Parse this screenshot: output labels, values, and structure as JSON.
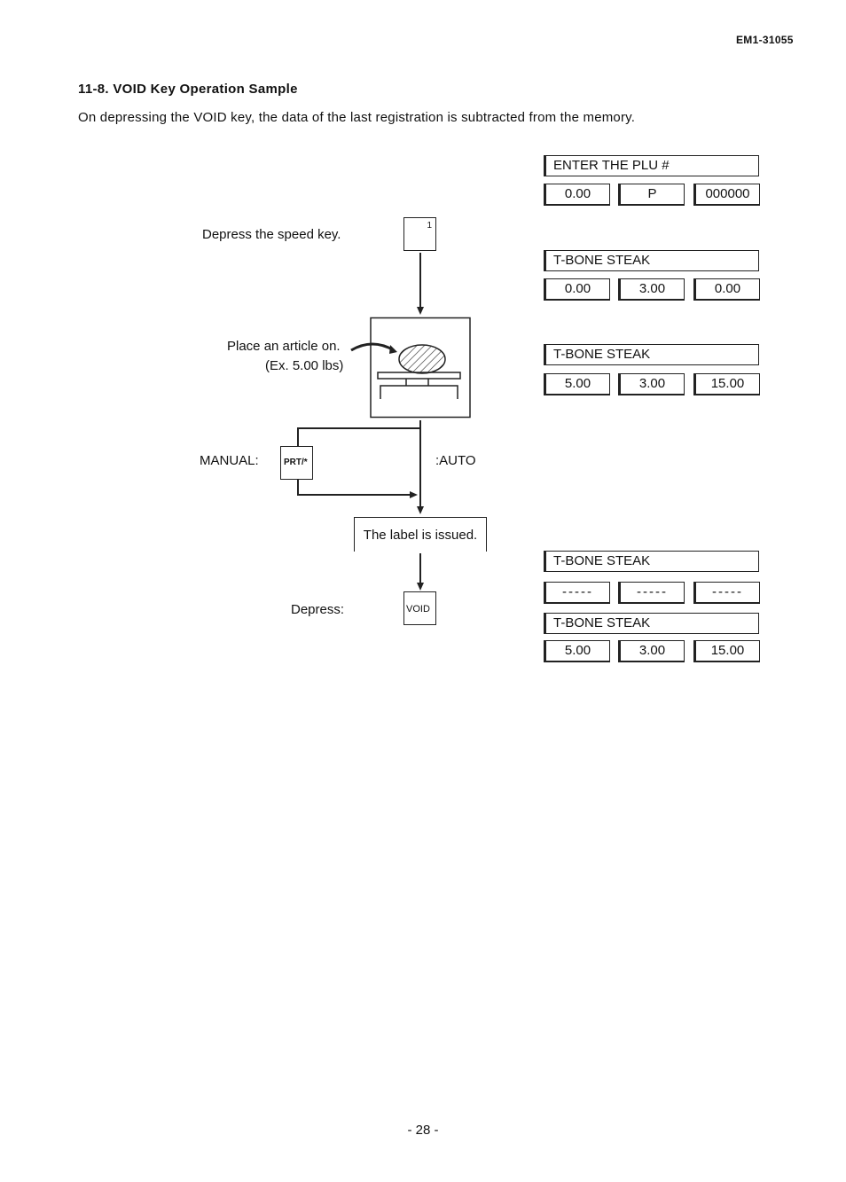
{
  "header": {
    "doc_id": "EM1-31055"
  },
  "section": {
    "title": "11-8. VOID Key Operation Sample",
    "intro": "On depressing the VOID key, the data of the last registration is subtracted from the memory."
  },
  "steps": {
    "speed_key_label": "Depress the speed key.",
    "speed_key_text": "1",
    "place_article": "Place an article on.",
    "place_example": "(Ex. 5.00 lbs)",
    "manual_label": "MANUAL:",
    "prt_key_text": "PRT/*",
    "auto_label": ":AUTO",
    "label_issued": "The label is issued.",
    "depress_label": "Depress:",
    "void_key_text": "VOID"
  },
  "displays": [
    {
      "title": "ENTER THE PLU #",
      "values": [
        "0.00",
        "P",
        "000000"
      ]
    },
    {
      "title": "T-BONE STEAK",
      "values": [
        "0.00",
        "3.00",
        "0.00"
      ]
    },
    {
      "title": "T-BONE STEAK",
      "values": [
        "5.00",
        "3.00",
        "15.00"
      ]
    },
    {
      "title": "T-BONE STEAK",
      "values": [
        "-----",
        "-----",
        "-----"
      ]
    },
    {
      "title": "T-BONE STEAK",
      "values": [
        "5.00",
        "3.00",
        "15.00"
      ]
    }
  ],
  "footer": {
    "page": "- 28 -"
  }
}
